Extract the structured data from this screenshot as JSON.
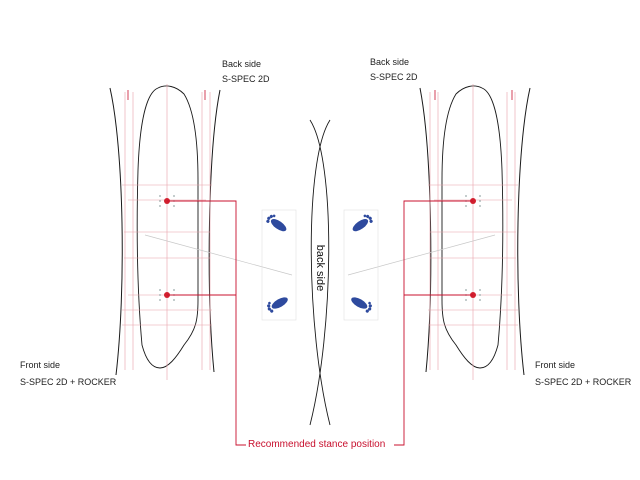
{
  "labels": {
    "left_back_side": "Back side",
    "left_back_model": "S-SPEC 2D",
    "right_back_side": "Back side",
    "right_back_model": "S-SPEC 2D",
    "left_front_side": "Front side",
    "left_front_model": "S-SPEC 2D + ROCKER",
    "right_front_side": "Front side",
    "right_front_model": "S-SPEC 2D + ROCKER",
    "center_back_side": "back side",
    "recommended": "Recommended stance position"
  },
  "icons": {
    "footprints": "footprint-icon",
    "stance_marker": "red-dot-icon"
  },
  "colors": {
    "outline": "#1a1a1a",
    "guide_red": "#c8102e",
    "guide_light_red": "#e8a0a8",
    "foot_blue": "#2e4a9e",
    "gray_line": "#c8c8c8"
  }
}
